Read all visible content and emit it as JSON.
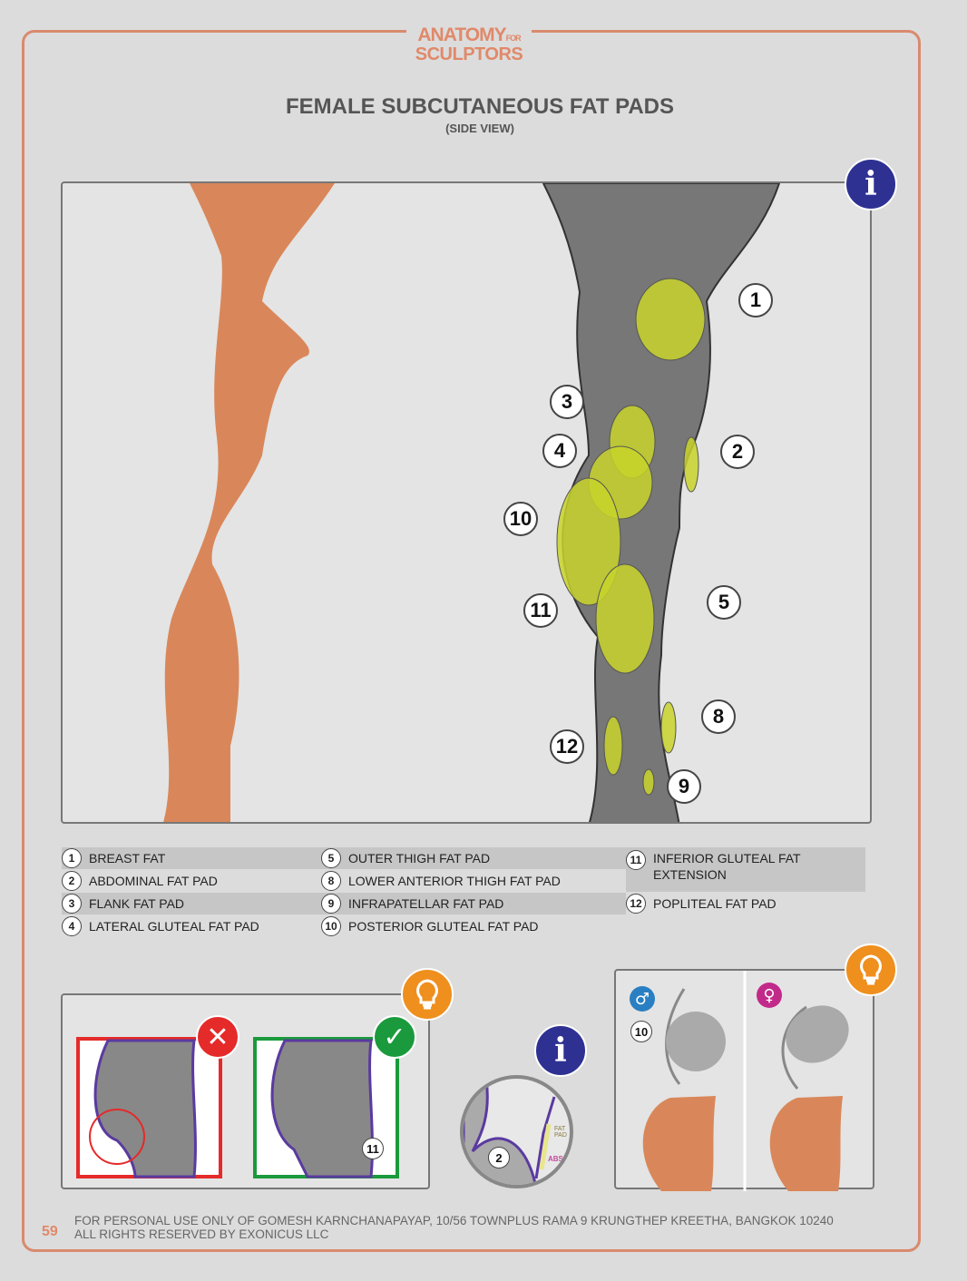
{
  "logo": {
    "line1": "ANATOMY",
    "for": "FOR",
    "line2": "SCULPTORS"
  },
  "title": "FEMALE SUBCUTANEOUS FAT PADS",
  "subtitle": "(SIDE VIEW)",
  "icons": {
    "info": "i"
  },
  "callouts": [
    "1",
    "2",
    "3",
    "4",
    "5",
    "8",
    "9",
    "10",
    "11",
    "12"
  ],
  "legend": [
    {
      "n": "1",
      "label": "BREAST FAT"
    },
    {
      "n": "2",
      "label": "ABDOMINAL FAT PAD"
    },
    {
      "n": "3",
      "label": "FLANK FAT PAD"
    },
    {
      "n": "4",
      "label": "LATERAL GLUTEAL FAT PAD"
    },
    {
      "n": "5",
      "label": "OUTER THIGH FAT PAD"
    },
    {
      "n": "8",
      "label": "LOWER ANTERIOR THIGH FAT PAD"
    },
    {
      "n": "9",
      "label": "INFRAPATELLAR FAT PAD"
    },
    {
      "n": "10",
      "label": "POSTERIOR GLUTEAL FAT PAD"
    },
    {
      "n": "11",
      "label": "INFERIOR GLUTEAL FAT EXTENSION"
    },
    {
      "n": "12",
      "label": "POPLITEAL FAT PAD"
    }
  ],
  "bottom": {
    "left_num": "11",
    "circle_num": "2",
    "fat_pad": "FAT PAD",
    "abs": "ABS",
    "right_num": "10",
    "male": "♂",
    "female": "♀"
  },
  "colors": {
    "accent": "#d98a6e",
    "info": "#2e3192",
    "tip": "#ef8f1e",
    "wrong": "#e52a2a",
    "right": "#1a9a3c",
    "fat": "#c8d42a"
  },
  "footer": {
    "page": "59",
    "line1": "FOR PERSONAL USE ONLY OF GOMESH KARNCHANAPAYAP, 10/56 TOWNPLUS RAMA 9 KRUNGTHEP KREETHA, BANGKOK 10240",
    "line2": "ALL RIGHTS RESERVED BY EXONICUS LLC"
  }
}
